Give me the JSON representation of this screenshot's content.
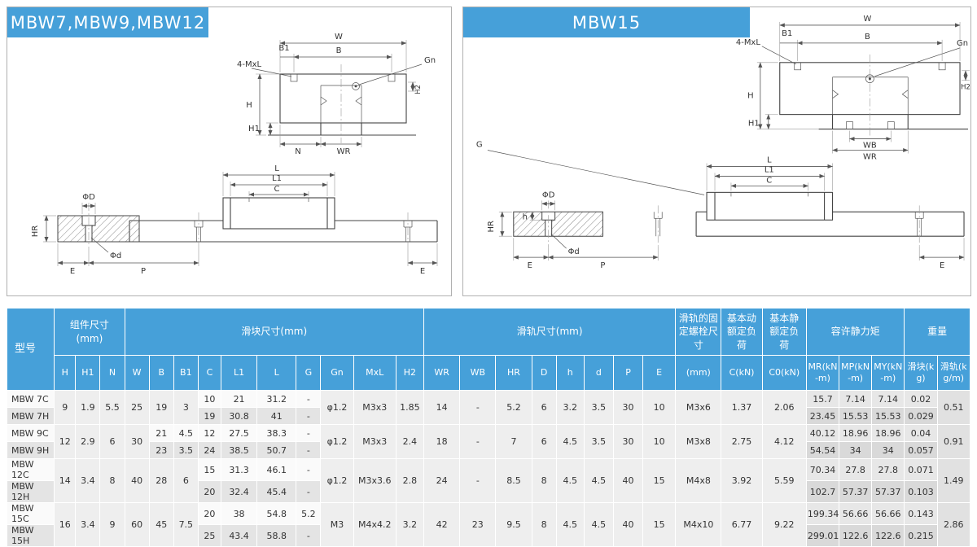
{
  "panels": {
    "left": {
      "title": "MBW7,MBW9,MBW12",
      "front": {
        "w": "W",
        "b": "B",
        "b1": "B1",
        "gn": "Gn",
        "mxl": "4-MxL",
        "h": "H",
        "h1": "H1",
        "n": "N",
        "wr": "WR",
        "h2": "H2"
      },
      "side": {
        "l": "L",
        "l1": "L1",
        "c": "C",
        "dD": "ΦD",
        "dd": "Φd",
        "hr": "HR",
        "e1": "E",
        "p": "P",
        "e2": "E"
      }
    },
    "right": {
      "title": "MBW15",
      "front": {
        "w": "W",
        "b": "B",
        "b1": "B1",
        "gn": "Gn",
        "mxl": "4-MxL",
        "h": "H",
        "h1": "H1",
        "h2": "H2",
        "wb": "WB",
        "wr": "WR"
      },
      "side": {
        "g": "G",
        "l": "L",
        "l1": "L1",
        "c": "C",
        "dD": "ΦD",
        "dd": "Φd",
        "hr": "HR",
        "hh": "h",
        "e1": "E",
        "p": "P",
        "e2": "E"
      }
    }
  },
  "table": {
    "header": {
      "model": "型号",
      "g_assembly": "组件尺寸(mm)",
      "g_block": "滑块尺寸(mm)",
      "g_rail": "滑轨尺寸(mm)",
      "g_bolt": "滑轨的固定螺栓尺寸",
      "g_dynamic": "基本动额定负荷",
      "g_static": "基本静额定负荷",
      "g_moment": "容许静力矩",
      "g_weight": "重量",
      "cols": {
        "h": "H",
        "h1": "H1",
        "n": "N",
        "w": "W",
        "b": "B",
        "b1": "B1",
        "c": "C",
        "l1": "L1",
        "l": "L",
        "g": "G",
        "gn": "Gn",
        "mxl": "MxL",
        "h2": "H2",
        "wr": "WR",
        "wb": "WB",
        "hr": "HR",
        "d": "D",
        "hh": "h",
        "dd": "d",
        "p": "P",
        "e": "E",
        "mm": "(mm)",
        "ckn": "C(kN)",
        "c0kn": "C0(kN)",
        "mr": "MR(kN-m)",
        "mp": "MP(kN-m)",
        "my": "MY(kN-m)",
        "blk": "滑块(kg)",
        "rail": "滑轨(kg/m)"
      }
    },
    "pairs": {
      "p7": {
        "H": "9",
        "H1": "1.9",
        "N": "5.5",
        "W": "25",
        "B": "19",
        "B1": "3",
        "Gn": "φ1.2",
        "MxL": "M3x3",
        "H2": "1.85",
        "WR": "14",
        "WB": "-",
        "HR": "5.2",
        "D": "6",
        "h": "3.2",
        "d": "3.5",
        "P": "30",
        "E": "10",
        "bolt": "M3x6",
        "C": "1.37",
        "C0": "2.06",
        "rail": "0.51"
      },
      "p9": {
        "H": "12",
        "H1": "2.9",
        "N": "6",
        "W": "30",
        "Gn": "φ1.2",
        "MxL": "M3x3",
        "H2": "2.4",
        "WR": "18",
        "WB": "-",
        "HR": "7",
        "D": "6",
        "h": "4.5",
        "d": "3.5",
        "P": "30",
        "E": "10",
        "bolt": "M3x8",
        "C": "2.75",
        "C0": "4.12",
        "rail": "0.91"
      },
      "p12": {
        "H": "14",
        "H1": "3.4",
        "N": "8",
        "W": "40",
        "B": "28",
        "B1": "6",
        "Gn": "φ1.2",
        "MxL": "M3x3.6",
        "H2": "2.8",
        "WR": "24",
        "WB": "-",
        "HR": "8.5",
        "D": "8",
        "h": "4.5",
        "d": "4.5",
        "P": "40",
        "E": "15",
        "bolt": "M4x8",
        "C": "3.92",
        "C0": "5.59",
        "rail": "1.49"
      },
      "p15": {
        "H": "16",
        "H1": "3.4",
        "N": "9",
        "W": "60",
        "B": "45",
        "B1": "7.5",
        "Gn": "M3",
        "MxL": "M4x4.2",
        "H2": "3.2",
        "WR": "42",
        "WB": "23",
        "HR": "9.5",
        "D": "8",
        "h": "4.5",
        "d": "4.5",
        "P": "40",
        "E": "15",
        "bolt": "M4x10",
        "C": "6.77",
        "C0": "9.22",
        "rail": "2.86"
      }
    },
    "rows": {
      "r7c": {
        "model": "MBW 7C",
        "C": "10",
        "L1": "21",
        "L": "31.2",
        "G": "-",
        "MR": "15.7",
        "MP": "7.14",
        "MY": "7.14",
        "blk": "0.02"
      },
      "r7h": {
        "model": "MBW 7H",
        "C": "19",
        "L1": "30.8",
        "L": "41",
        "G": "-",
        "MR": "23.45",
        "MP": "15.53",
        "MY": "15.53",
        "blk": "0.029"
      },
      "r9c": {
        "model": "MBW 9C",
        "B": "21",
        "B1": "4.5",
        "C": "12",
        "L1": "27.5",
        "L": "38.3",
        "G": "-",
        "MR": "40.12",
        "MP": "18.96",
        "MY": "18.96",
        "blk": "0.04"
      },
      "r9h": {
        "model": "MBW 9H",
        "B": "23",
        "B1": "3.5",
        "C": "24",
        "L1": "38.5",
        "L": "50.7",
        "G": "-",
        "MR": "54.54",
        "MP": "34",
        "MY": "34",
        "blk": "0.057"
      },
      "r12c": {
        "model": "MBW 12C",
        "C": "15",
        "L1": "31.3",
        "L": "46.1",
        "G": "-",
        "MR": "70.34",
        "MP": "27.8",
        "MY": "27.8",
        "blk": "0.071"
      },
      "r12h": {
        "model": "MBW 12H",
        "C": "20",
        "L1": "32.4",
        "L": "45.4",
        "G": "-",
        "MR": "102.7",
        "MP": "57.37",
        "MY": "57.37",
        "blk": "0.103"
      },
      "r15c": {
        "model": "MBW 15C",
        "C": "20",
        "L1": "38",
        "L": "54.8",
        "G": "5.2",
        "MR": "199.34",
        "MP": "56.66",
        "MY": "56.66",
        "blk": "0.143"
      },
      "r15h": {
        "model": "MBW 15H",
        "C": "25",
        "L1": "43.4",
        "L": "58.8",
        "G": "-",
        "MR": "299.01",
        "MP": "122.6",
        "MY": "122.6",
        "blk": "0.215"
      }
    }
  }
}
